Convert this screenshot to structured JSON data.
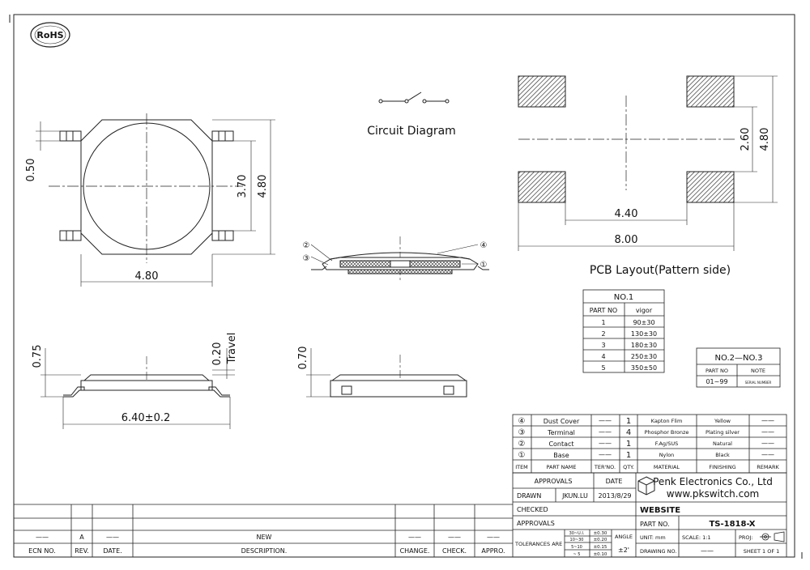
{
  "rohs": "RoHS",
  "circuit_title": "Circuit Diagram",
  "pcb_title": "PCB Layout(Pattern side)",
  "dims": {
    "top_width": "4.80",
    "top_height_outer": "4.80",
    "top_height_inner": "3.70",
    "top_lead": "0.50",
    "pcb_inner_h": "2.60",
    "pcb_outer_h": "4.80",
    "pcb_inner_w": "4.40",
    "pcb_outer_w": "8.00",
    "side_height": "0.75",
    "side_travel": "0.20",
    "travel_label": "Travel",
    "side_width": "6.40±0.2",
    "front_height": "0.70"
  },
  "callouts": [
    "①",
    "②",
    "③",
    "④"
  ],
  "no1_table": {
    "title": "NO.1",
    "headers": [
      "PART NO",
      "vigor"
    ],
    "rows": [
      [
        "1",
        "90±30"
      ],
      [
        "2",
        "130±30"
      ],
      [
        "3",
        "180±30"
      ],
      [
        "4",
        "250±30"
      ],
      [
        "5",
        "350±50"
      ]
    ]
  },
  "no2_table": {
    "title": "NO.2—NO.3",
    "headers": [
      "PART NO",
      "NOTE"
    ],
    "row": [
      "01~99",
      "SERIAL NUMBER"
    ]
  },
  "bom": {
    "rows": [
      [
        "④",
        "Dust Cover",
        "——",
        "1",
        "Kapton Flim",
        "Yellow",
        "——"
      ],
      [
        "③",
        "Terminal",
        "——",
        "4",
        "Phosphor Bronze",
        "Plating silver",
        "——"
      ],
      [
        "②",
        "Contact",
        "——",
        "1",
        "F.Ag/SUS",
        "Natural",
        "——"
      ],
      [
        "①",
        "Base",
        "——",
        "1",
        "Nylon",
        "Black",
        "——"
      ]
    ],
    "headers": [
      "ITEM",
      "PART NAME",
      "TER'NO.",
      "QTY.",
      "MATERIAL",
      "FINISHING",
      "REMARK"
    ]
  },
  "title_block": {
    "approvals": "APPROVALS",
    "date": "DATE",
    "drawn": "DRAWN",
    "drawn_by": "JKUN.LU",
    "drawn_date": "2013/8/29",
    "checked": "CHECKED",
    "approvals2": "APPROVALS",
    "company": "Penk Electronics Co., Ltd",
    "website_url": "www.pkswitch.com",
    "website": "WEBSITE",
    "part_no_label": "PART NO.",
    "part_no": "TS-1818-X",
    "tolerances": "TOLERANCES ARE",
    "tol_ranges": [
      "30~U.I.",
      "10~30",
      "5~10",
      "~ 5"
    ],
    "tol_values": [
      "±0.30",
      "±0.20",
      "±0.15",
      "±0.10"
    ],
    "angle": "ANGLE",
    "angle_val": "±2'",
    "unit": "UNIT: mm",
    "scale": "SCALE: 1:1",
    "proj": "PROJ:",
    "drawing_no": "DRAWING NO.",
    "drawing_no_val": "——",
    "sheet": "SHEET 1 OF 1"
  },
  "revision": {
    "row": [
      "——",
      "A",
      "——",
      "NEW",
      "——",
      "——",
      "——"
    ],
    "headers": [
      "ECN NO.",
      "REV.",
      "DATE.",
      "DESCRIPTION.",
      "CHANGE.",
      "CHECK.",
      "APPRO."
    ]
  }
}
